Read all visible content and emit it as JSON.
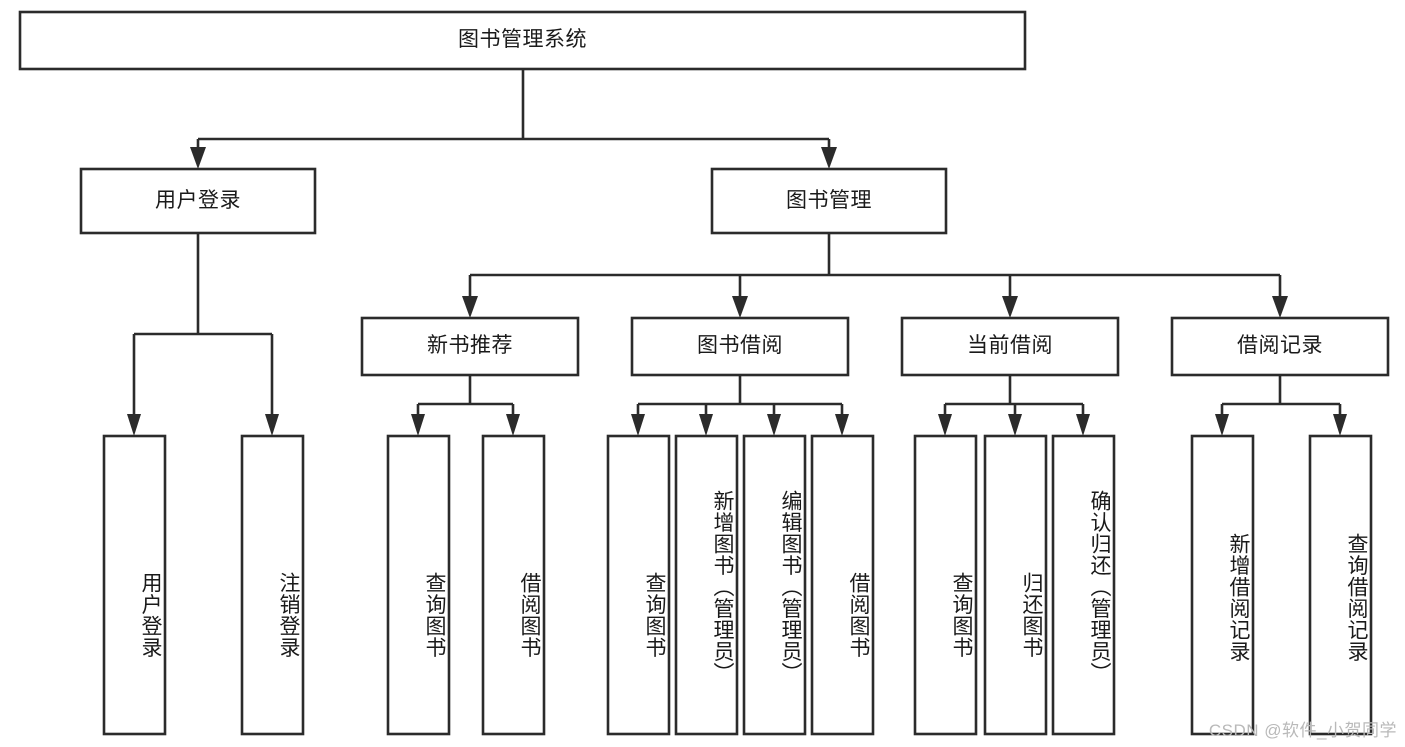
{
  "diagram": {
    "type": "tree-hierarchy-chart",
    "title": "图书管理系统",
    "watermark": "CSDN @软件_小贺同学",
    "colors": {
      "stroke": "#2b2b2b",
      "fill": "#ffffff",
      "text": "#1a1a1a",
      "watermark": "#b9b9b9"
    },
    "levels": {
      "root": {
        "label": "图书管理系统"
      },
      "level2": [
        {
          "label": "用户登录"
        },
        {
          "label": "图书管理"
        }
      ],
      "level3": [
        {
          "label": "新书推荐"
        },
        {
          "label": "图书借阅"
        },
        {
          "label": "当前借阅"
        },
        {
          "label": "借阅记录"
        }
      ],
      "leaves_user_login": [
        {
          "label": "用户登录"
        },
        {
          "label": "注销登录"
        }
      ],
      "leaves_new_book": [
        {
          "label": "查询图书"
        },
        {
          "label": "借阅图书"
        }
      ],
      "leaves_borrow": [
        {
          "label": "查询图书"
        },
        {
          "label": "新增图书（管理员）"
        },
        {
          "label": "编辑图书（管理员）"
        },
        {
          "label": "借阅图书"
        }
      ],
      "leaves_current": [
        {
          "label": "查询图书"
        },
        {
          "label": "归还图书"
        },
        {
          "label": "确认归还（管理员）"
        }
      ],
      "leaves_record": [
        {
          "label": "新增借阅记录"
        },
        {
          "label": "查询借阅记录"
        }
      ]
    }
  }
}
